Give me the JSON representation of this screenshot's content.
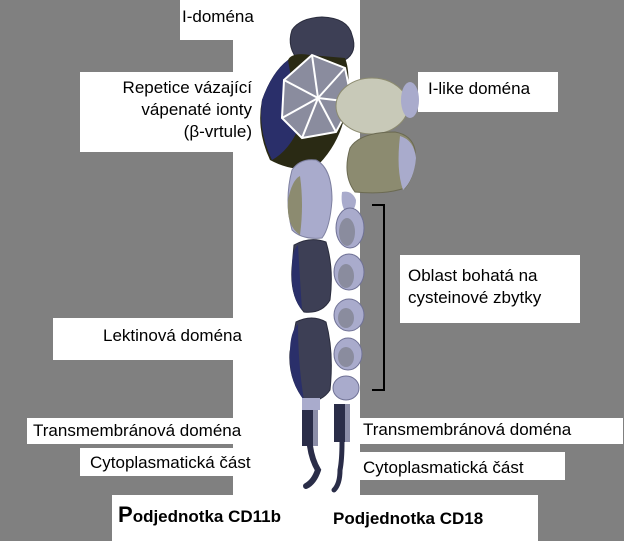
{
  "labels": {
    "i_domain": "I-doména",
    "beta_propeller": "Repetice vázající\nvápenaté ionty\n(β-vrtule)",
    "i_like_domain": "I-like doména",
    "cysteine_region": "Oblast bohatá na\ncysteinové zbytky",
    "lectin_domain": "Lektinová doména",
    "transmembrane_left": "Transmembránová doména",
    "transmembrane_right": "Transmembránová doména",
    "cytoplasmic_left": "Cytoplasmatická část",
    "cytoplasmic_right": "Cytoplasmatická část",
    "subunit_cd11b_initial": "P",
    "subunit_cd11b_rest": "odjednotka CD11b",
    "subunit_cd18": "Podjednotka CD18"
  },
  "colors": {
    "background": "#808080",
    "panel": "#ffffff",
    "dark_domain": "#3d3f55",
    "olive_domain": "#2a2a14",
    "navy_domain": "#2a2f6a",
    "lavender_domain": "#a9abcc",
    "khaki_domain": "#8c8b70",
    "pale_domain": "#c8c9b8",
    "stalk": "#2a2d48"
  }
}
